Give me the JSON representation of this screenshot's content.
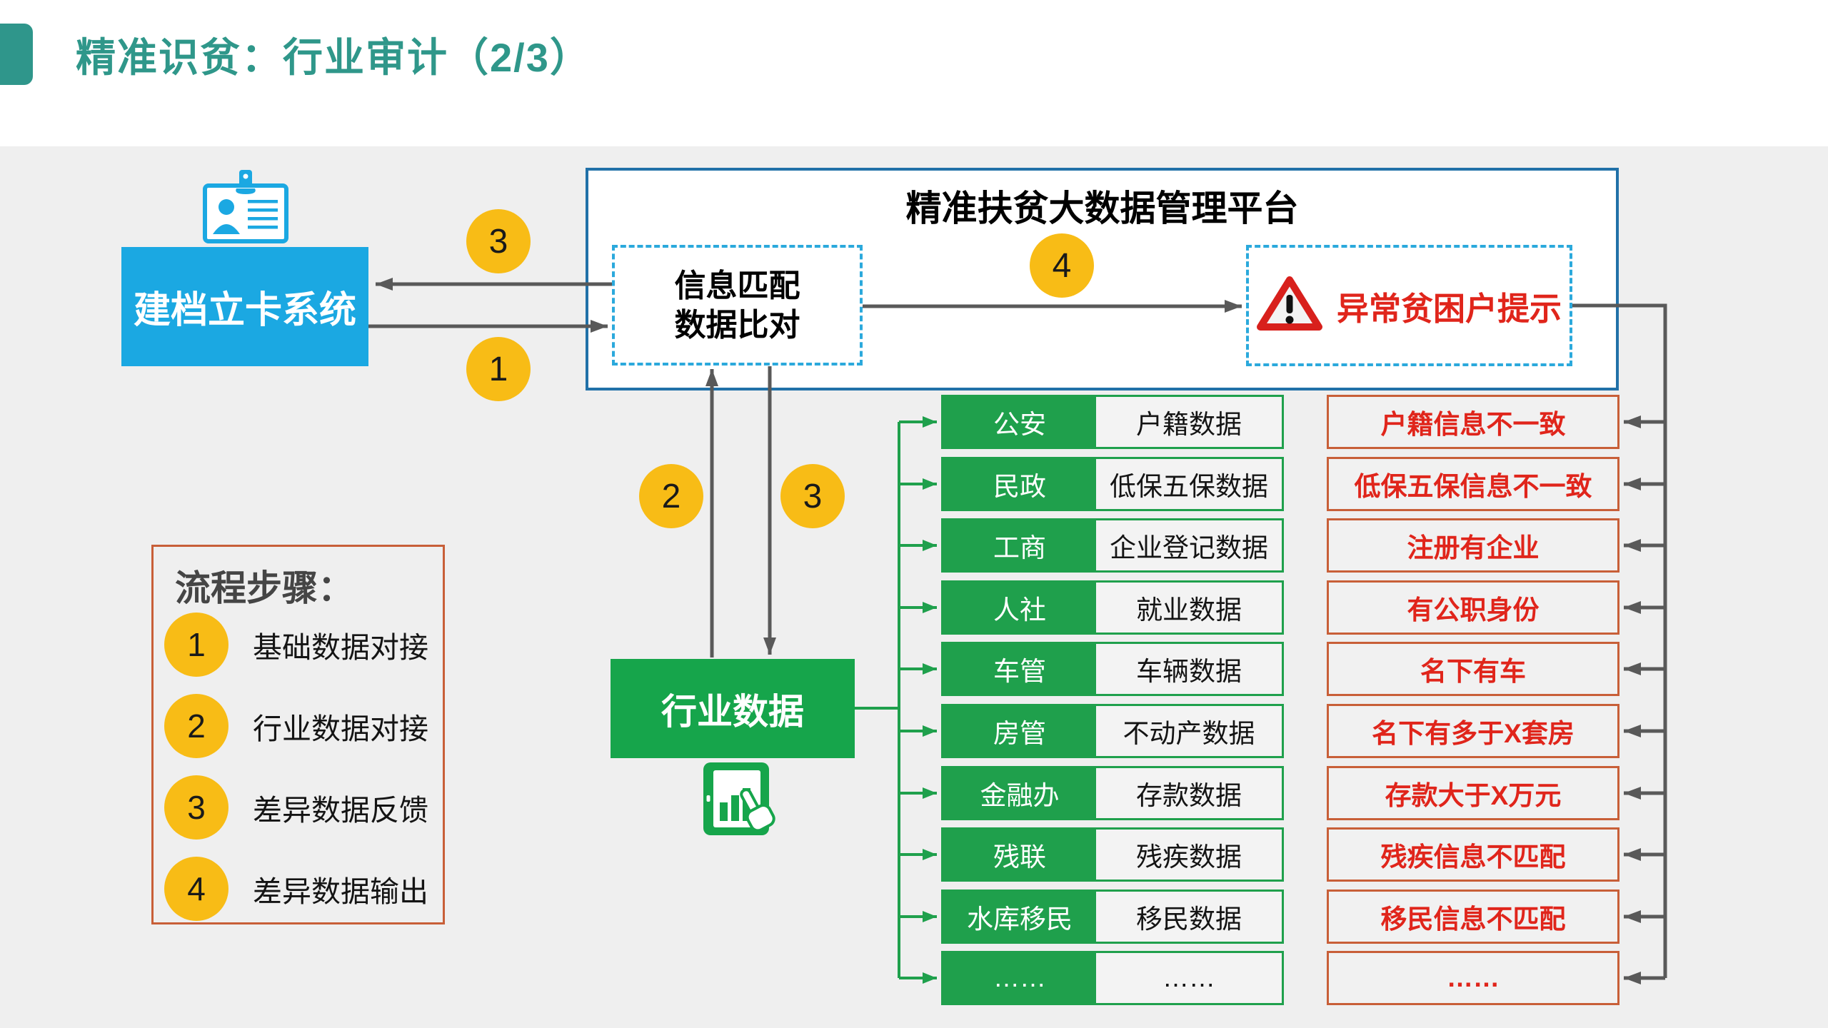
{
  "page": {
    "title": "精准识贫：行业审计（2/3）"
  },
  "archive_system": {
    "label": "建档立卡系统"
  },
  "platform": {
    "title": "精准扶贫大数据管理平台",
    "match_box": {
      "line1": "信息匹配",
      "line2": "数据比对"
    },
    "alert_box": {
      "label": "异常贫困户提示"
    }
  },
  "industry_data": {
    "label": "行业数据"
  },
  "flow_badges": {
    "top3": "3",
    "left1": "1",
    "mid4": "4",
    "mid2": "2",
    "mid3": "3"
  },
  "steps_panel": {
    "title": "流程步骤：",
    "steps": [
      {
        "num": "1",
        "label": "基础数据对接"
      },
      {
        "num": "2",
        "label": "行业数据对接"
      },
      {
        "num": "3",
        "label": "差异数据反馈"
      },
      {
        "num": "4",
        "label": "差异数据输出"
      }
    ]
  },
  "departments": [
    {
      "dept": "公安",
      "data": "户籍数据",
      "alert": "户籍信息不一致"
    },
    {
      "dept": "民政",
      "data": "低保五保数据",
      "alert": "低保五保信息不一致"
    },
    {
      "dept": "工商",
      "data": "企业登记数据",
      "alert": "注册有企业"
    },
    {
      "dept": "人社",
      "data": "就业数据",
      "alert": "有公职身份"
    },
    {
      "dept": "车管",
      "data": "车辆数据",
      "alert": "名下有车"
    },
    {
      "dept": "房管",
      "data": "不动产数据",
      "alert": "名下有多于X套房"
    },
    {
      "dept": "金融办",
      "data": "存款数据",
      "alert": "存款大于X万元"
    },
    {
      "dept": "残联",
      "data": "残疾数据",
      "alert": "残疾信息不匹配"
    },
    {
      "dept": "水库移民",
      "data": "移民数据",
      "alert": "移民信息不匹配"
    },
    {
      "dept": "……",
      "data": "……",
      "alert": "……"
    }
  ],
  "colors": {
    "accent_teal": "#2F978A",
    "blue": "#1BA8E2",
    "green": "#1FA04C",
    "yellow": "#F8BC16",
    "red": "#E0251B",
    "orange_border": "#C85F38",
    "platform_border": "#2171A8",
    "arrow_gray": "#595959",
    "background": "#EFEFEF"
  }
}
